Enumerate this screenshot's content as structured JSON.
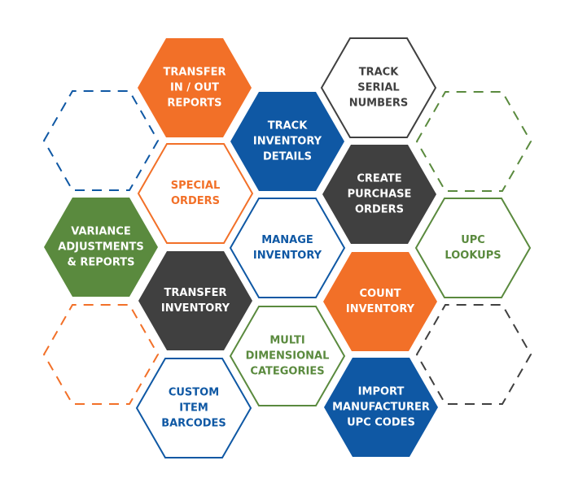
{
  "colors": {
    "orange": "#F27028",
    "blue": "#0F58A4",
    "green": "#5A8A3E",
    "dark": "#404040",
    "white": "#FFFFFF"
  },
  "hexagons": [
    {
      "id": "transfer-in-out-reports",
      "lines": [
        "TRANSFER",
        "IN / OUT",
        "REPORTS"
      ],
      "style": "filled",
      "color": "orange"
    },
    {
      "id": "track-serial-numbers",
      "lines": [
        "TRACK",
        "SERIAL",
        "NUMBERS"
      ],
      "style": "outline",
      "color": "dark"
    },
    {
      "id": "track-inventory-details",
      "lines": [
        "TRACK",
        "INVENTORY",
        "DETAILS"
      ],
      "style": "filled",
      "color": "blue"
    },
    {
      "id": "special-orders",
      "lines": [
        "SPECIAL",
        "ORDERS"
      ],
      "style": "outline",
      "color": "orange"
    },
    {
      "id": "create-purchase-orders",
      "lines": [
        "CREATE",
        "PURCHASE",
        "ORDERS"
      ],
      "style": "filled",
      "color": "dark"
    },
    {
      "id": "variance-adjustments-reports",
      "lines": [
        "VARIANCE",
        "ADJUSTMENTS",
        "& REPORTS"
      ],
      "style": "filled",
      "color": "green"
    },
    {
      "id": "manage-inventory",
      "lines": [
        "MANAGE",
        "INVENTORY"
      ],
      "style": "outline",
      "color": "blue"
    },
    {
      "id": "upc-lookups",
      "lines": [
        "UPC",
        "LOOKUPS"
      ],
      "style": "outline",
      "color": "green"
    },
    {
      "id": "transfer-inventory",
      "lines": [
        "TRANSFER",
        "INVENTORY"
      ],
      "style": "filled",
      "color": "dark"
    },
    {
      "id": "count-inventory",
      "lines": [
        "COUNT",
        "INVENTORY"
      ],
      "style": "filled",
      "color": "orange"
    },
    {
      "id": "multi-dimensional-categories",
      "lines": [
        "MULTI",
        "DIMENSIONAL",
        "CATEGORIES"
      ],
      "style": "outline",
      "color": "green"
    },
    {
      "id": "custom-item-barcodes",
      "lines": [
        "CUSTOM",
        "ITEM",
        "BARCODES"
      ],
      "style": "outline",
      "color": "blue"
    },
    {
      "id": "import-manufacturer-upc-codes",
      "lines": [
        "IMPORT",
        "MANUFACTURER",
        "UPC CODES"
      ],
      "style": "filled",
      "color": "blue"
    },
    {
      "id": "placeholder-blue",
      "lines": [],
      "style": "dashed",
      "color": "blue"
    },
    {
      "id": "placeholder-green",
      "lines": [],
      "style": "dashed",
      "color": "green"
    },
    {
      "id": "placeholder-orange",
      "lines": [],
      "style": "dashed",
      "color": "orange"
    },
    {
      "id": "placeholder-dark",
      "lines": [],
      "style": "dashed",
      "color": "dark"
    }
  ]
}
